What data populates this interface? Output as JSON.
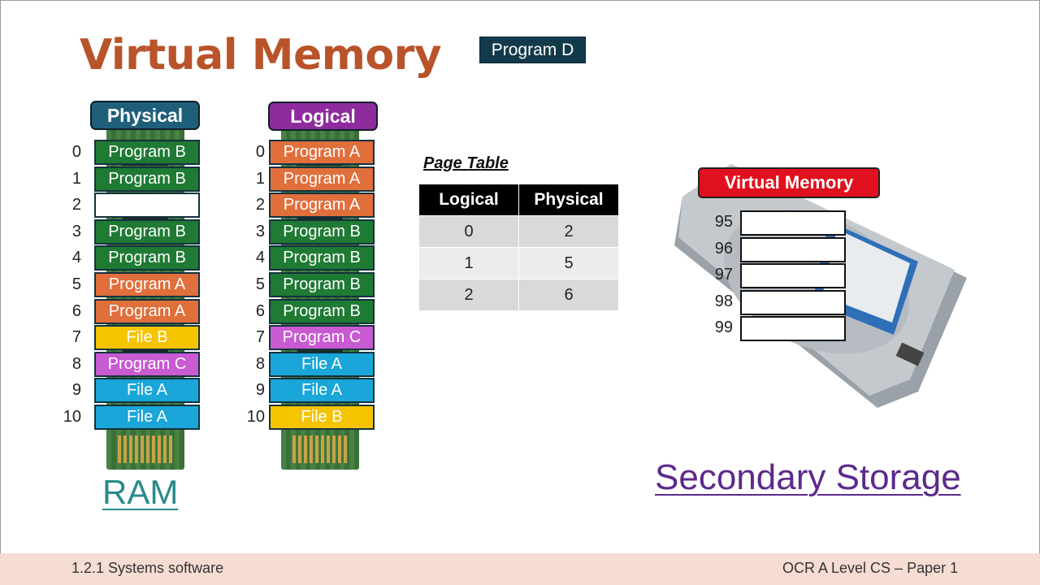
{
  "title": "Virtual Memory",
  "program_d_label": "Program D",
  "colors": {
    "program_a": "#e06f3c",
    "program_b": "#1f7a34",
    "program_c": "#c85ad2",
    "file_a": "#1aa6d8",
    "file_b": "#f5c300",
    "empty": "#ffffff"
  },
  "physical": {
    "header": "Physical",
    "indices": [
      "0",
      "1",
      "2",
      "3",
      "4",
      "5",
      "6",
      "7",
      "8",
      "9",
      "10"
    ],
    "cells": [
      {
        "label": "Program B",
        "type": "program_b"
      },
      {
        "label": "Program B",
        "type": "program_b"
      },
      {
        "label": "",
        "type": "empty"
      },
      {
        "label": "Program B",
        "type": "program_b"
      },
      {
        "label": "Program B",
        "type": "program_b"
      },
      {
        "label": "Program A",
        "type": "program_a"
      },
      {
        "label": "Program A",
        "type": "program_a"
      },
      {
        "label": "File B",
        "type": "file_b"
      },
      {
        "label": "Program C",
        "type": "program_c"
      },
      {
        "label": "File A",
        "type": "file_a"
      },
      {
        "label": "File A",
        "type": "file_a"
      }
    ]
  },
  "logical": {
    "header": "Logical",
    "indices": [
      "0",
      "1",
      "2",
      "3",
      "4",
      "5",
      "6",
      "7",
      "8",
      "9",
      "10"
    ],
    "cells": [
      {
        "label": "Program A",
        "type": "program_a"
      },
      {
        "label": "Program A",
        "type": "program_a"
      },
      {
        "label": "Program A",
        "type": "program_a"
      },
      {
        "label": "Program B",
        "type": "program_b"
      },
      {
        "label": "Program B",
        "type": "program_b"
      },
      {
        "label": "Program B",
        "type": "program_b"
      },
      {
        "label": "Program B",
        "type": "program_b"
      },
      {
        "label": "Program C",
        "type": "program_c"
      },
      {
        "label": "File A",
        "type": "file_a"
      },
      {
        "label": "File A",
        "type": "file_a"
      },
      {
        "label": "File B",
        "type": "file_b"
      }
    ]
  },
  "page_table": {
    "title": "Page Table",
    "headers": [
      "Logical",
      "Physical"
    ],
    "rows": [
      [
        "0",
        "2"
      ],
      [
        "1",
        "5"
      ],
      [
        "2",
        "6"
      ]
    ]
  },
  "virtual_memory": {
    "header": "Virtual Memory",
    "indices": [
      "95",
      "96",
      "97",
      "98",
      "99"
    ]
  },
  "ram_label": "RAM",
  "secondary_storage_label": "Secondary Storage",
  "footer": {
    "left": "1.2.1 Systems software",
    "right": "OCR A Level CS – Paper 1"
  }
}
